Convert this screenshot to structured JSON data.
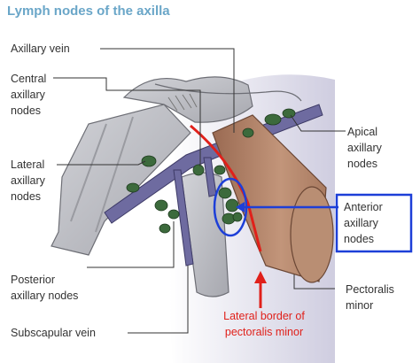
{
  "title": "Lymph nodes of the axilla",
  "labels": {
    "axillary_vein": "Axillary vein",
    "central_nodes": "Central\naxillary\nnodes",
    "lateral_nodes": "Lateral\naxillary\nnodes",
    "posterior_nodes": "Posterior\naxillary nodes",
    "subscapular_vein": "Subscapular vein",
    "apical_nodes": "Apical\naxillary\nnodes",
    "anterior_nodes": "Anterior\naxillary\nnodes",
    "pectoralis_minor": "Pectoralis\nminor",
    "lateral_border": "Lateral border of\npectoralis minor"
  },
  "colors": {
    "title": "#6aa6c8",
    "text": "#333333",
    "bone": "#b9bac0",
    "vein": "#6e6ba0",
    "node": "#3c6a3c",
    "muscle": "#b5866a",
    "annotation_red": "#e0201a",
    "highlight_blue": "#1d3fd8"
  }
}
